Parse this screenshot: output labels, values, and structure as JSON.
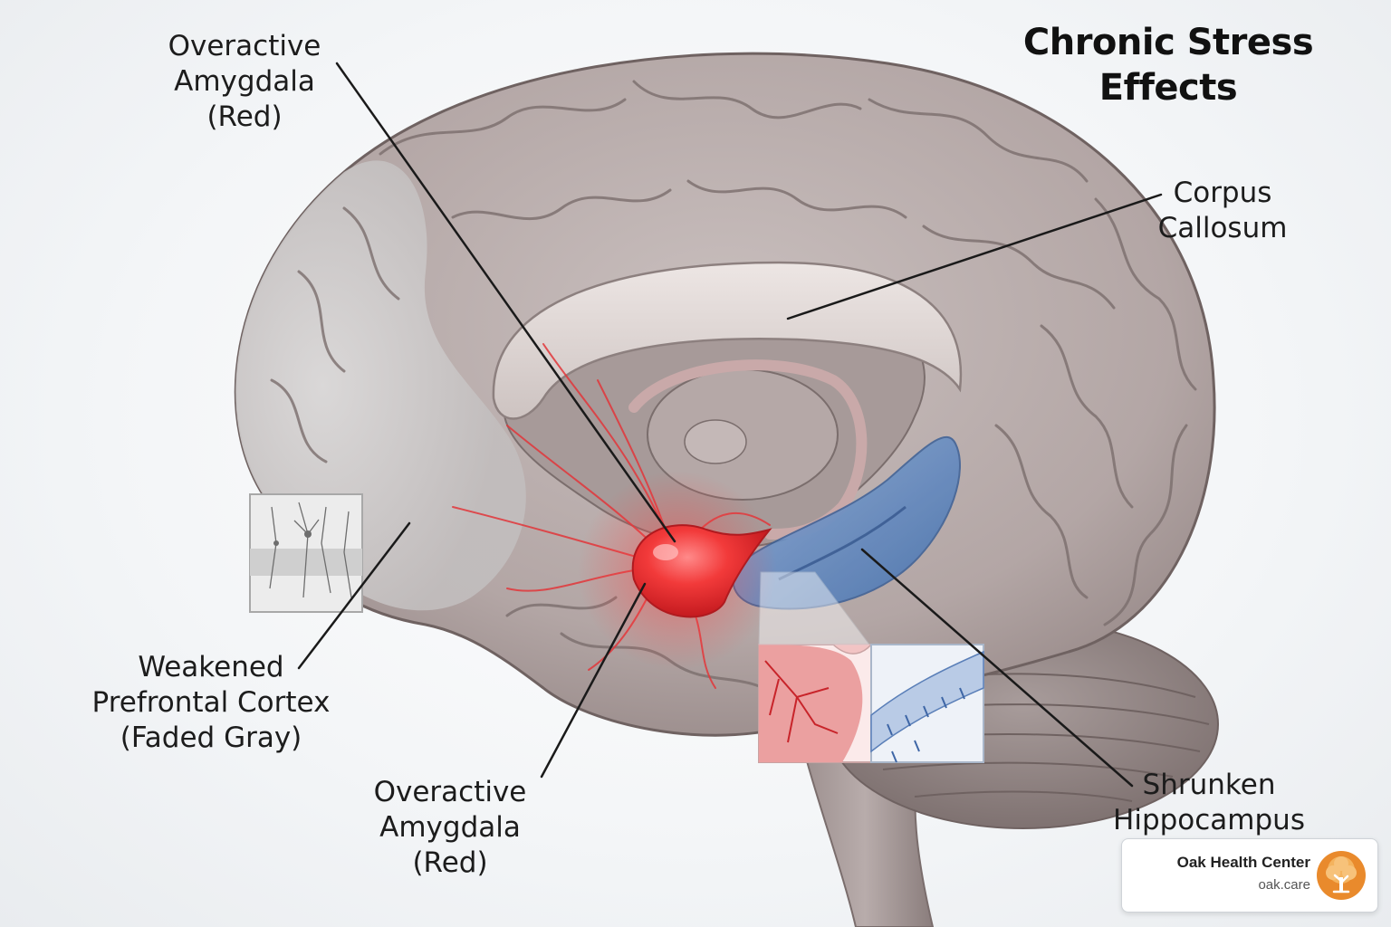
{
  "title": {
    "line1": "Chronic Stress",
    "line2": "Effects"
  },
  "labels": {
    "amygdala_top": {
      "line1": "Overactive",
      "line2": "Amygdala",
      "line3": "(Red)"
    },
    "corpus_callosum": {
      "line1": "Corpus",
      "line2": "Callosum"
    },
    "prefrontal_cortex": {
      "line1": "Weakened",
      "line2": "Prefrontal Cortex",
      "line3": "(Faded Gray)"
    },
    "amygdala_bottom": {
      "line1": "Overactive",
      "line2": "Amygdala",
      "line3": "(Red)"
    },
    "hippocampus": {
      "line1": "Shrunken",
      "line2": "Hippocampus"
    }
  },
  "brand": {
    "name": "Oak Health Center",
    "url": "oak.care",
    "logo": "oak-tree-icon"
  },
  "colors": {
    "amygdala": "#e8242a",
    "hippocampus": "#5b87c4",
    "brain_tissue": "#b9acab",
    "prefrontal": "#cfcdcd",
    "leader_line": "#1a1a1a",
    "brand_accent": "#e98a2c"
  }
}
